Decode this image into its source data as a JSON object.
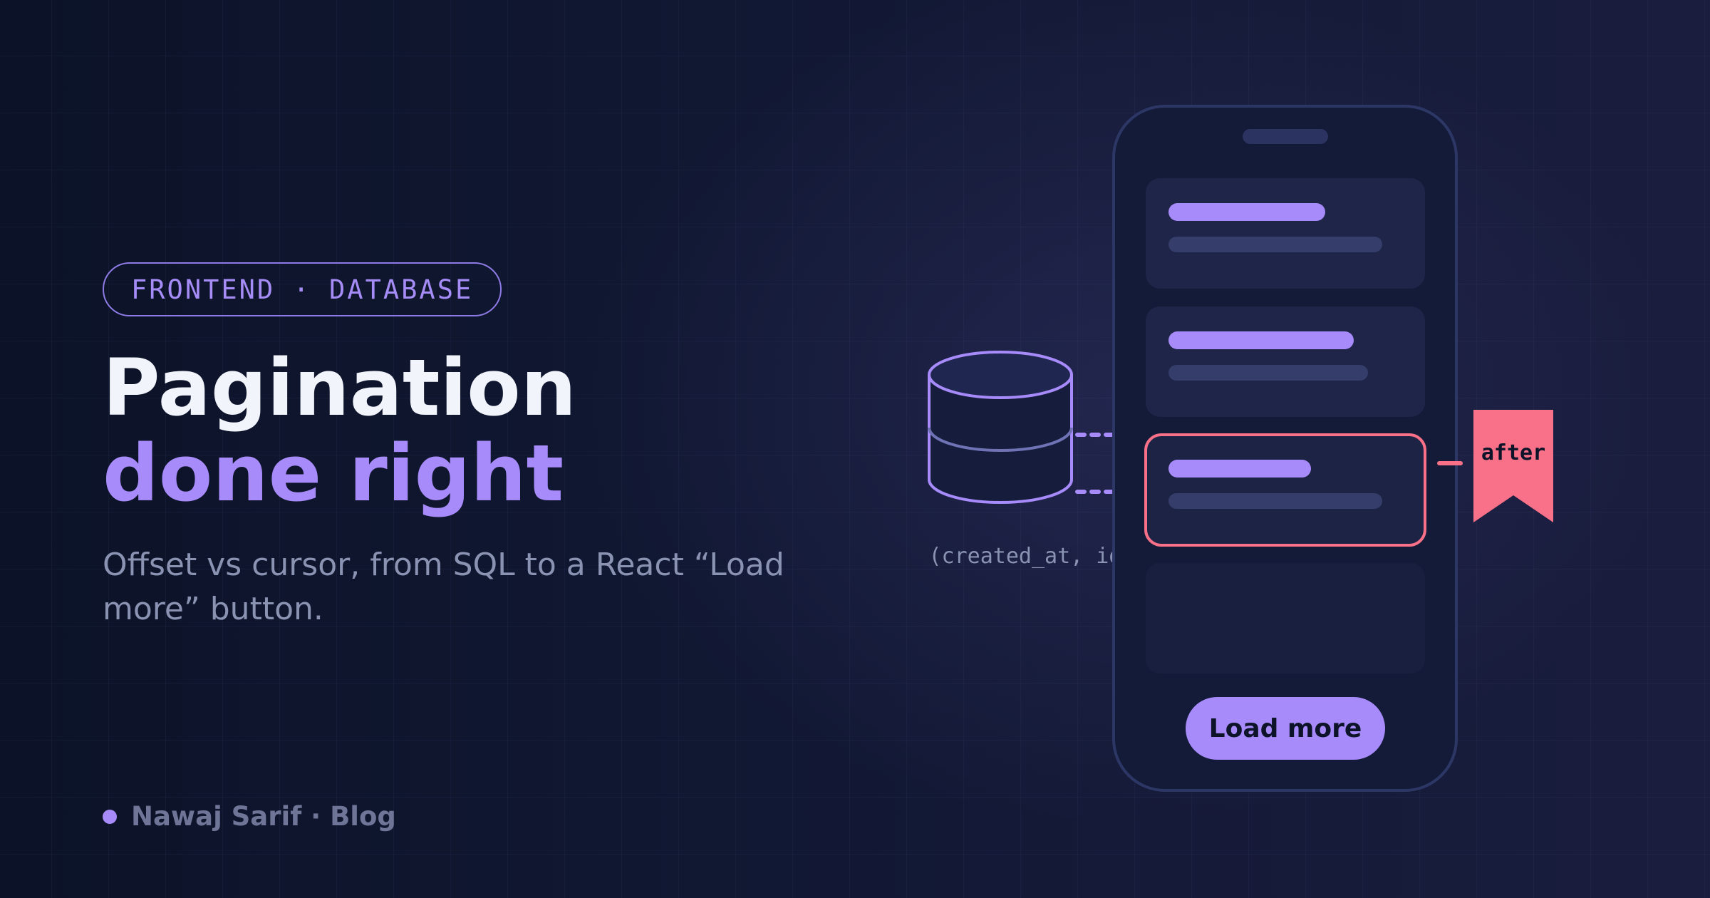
{
  "tag": "FRONTEND · DATABASE",
  "title": {
    "line1": "Pagination",
    "line2": "done right"
  },
  "subtitle": "Offset vs cursor, from SQL to a React “Load more” button.",
  "byline": "Nawaj Sarif · Blog",
  "illustration": {
    "index_label": "(created_at, id)",
    "cursor_label": "after",
    "button_label": "Load more"
  },
  "colors": {
    "background": "#0d1328",
    "accent": "#a78bfa",
    "highlight": "#f87188",
    "title": "#f2f4fb",
    "muted": "#8b93b3"
  },
  "icons": [
    "database-icon",
    "phone-frame",
    "bookmark-icon"
  ]
}
